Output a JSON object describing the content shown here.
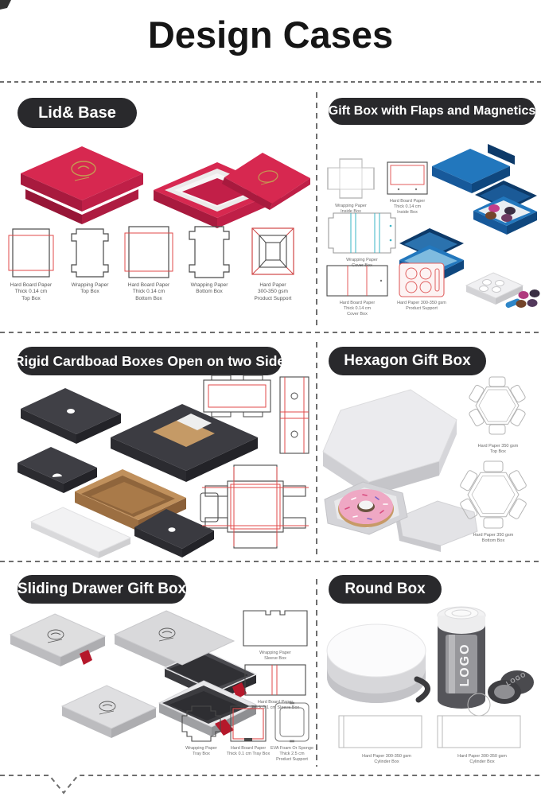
{
  "page": {
    "title": "Design Cases"
  },
  "colors": {
    "pill_bg": "#29292c",
    "lid_base_red": "#d72850",
    "gold_logo": "#c59a52",
    "gift_blue": "#2277bd",
    "gift_navy_flap": "#0d3a69",
    "dieline_red": "#e04a4a",
    "dieline_cyan": "#3ab5c6",
    "rigid_dark": "#3c3c42",
    "kraft_tan": "#c0905c",
    "ribbon_red": "#b5182b",
    "hexagon_gray": "#ebebee",
    "donut_pink": "#efa8c4"
  },
  "sections": {
    "lid_base": {
      "label": "Lid& Base",
      "dielines": [
        {
          "label": "Hard Board Paper\nThick 0.14 cm\nTop Box"
        },
        {
          "label": "Wrapping Paper\nTop Box"
        },
        {
          "label": "Hard Board Paper\nThick 0.14 cm\nBottom Box"
        },
        {
          "label": "Wrapping Paper\nBottom Box"
        },
        {
          "label": "Hard Paper\n300-350 gsm\nProduct Support"
        }
      ]
    },
    "gift_box": {
      "label": "Gift Box with Flaps and Magnetics",
      "dielines": [
        {
          "label": "Wrapping Paper\nInside Box"
        },
        {
          "label": "Hard Board Paper\nThick 0.14 cm\nInside Box"
        },
        {
          "label": "Wrapping Paper\nCover Box"
        },
        {
          "label": "Hard Board Paper\nThick 0.14 cm\nCover Box"
        },
        {
          "label": "Hard Paper 300-350 gsm\nProduct Support"
        }
      ]
    },
    "rigid": {
      "label": "Rigid Cardboad Boxes Open on two Side"
    },
    "hexagon": {
      "label": "Hexagon Gift Box",
      "dielines": [
        {
          "label": "Hard Paper 350 gsm\nTop Box"
        },
        {
          "label": "Hard Paper 350 gsm\nBottom Box"
        }
      ]
    },
    "sliding": {
      "label": "Sliding Drawer Gift Box",
      "dielines": [
        {
          "label": "Wrapping Paper\nSleeve Box"
        },
        {
          "label": "Hard Board Paper\nThick 0.1 cm Sleeve Box"
        },
        {
          "label": "Wrapping Paper\nTray Box"
        },
        {
          "label": "Hard Board Paper\nThick 0.1 cm Tray Box"
        },
        {
          "label": "EVA Foam Or Sponge\nThick 2.5 cm\nProduct Support"
        }
      ]
    },
    "round": {
      "label": "Round Box",
      "logo_text": "LOGO",
      "dielines": [
        {
          "label": "Hard Paper 300-350 gsm\nCylinder Box"
        },
        {
          "label": "Hard Paper 300-350 gsm\nCylinder Box"
        }
      ]
    }
  }
}
